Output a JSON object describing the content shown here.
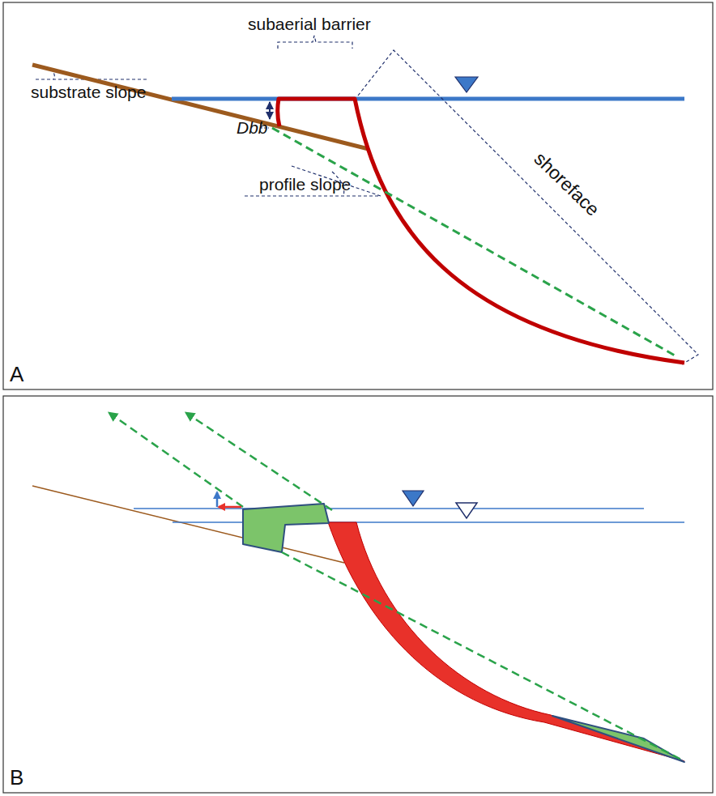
{
  "diagram": {
    "labels": [
      "subaerial barrier",
      "substrate slope",
      "Dbb",
      "profile slope",
      "shoreface",
      "A",
      "B"
    ]
  }
}
